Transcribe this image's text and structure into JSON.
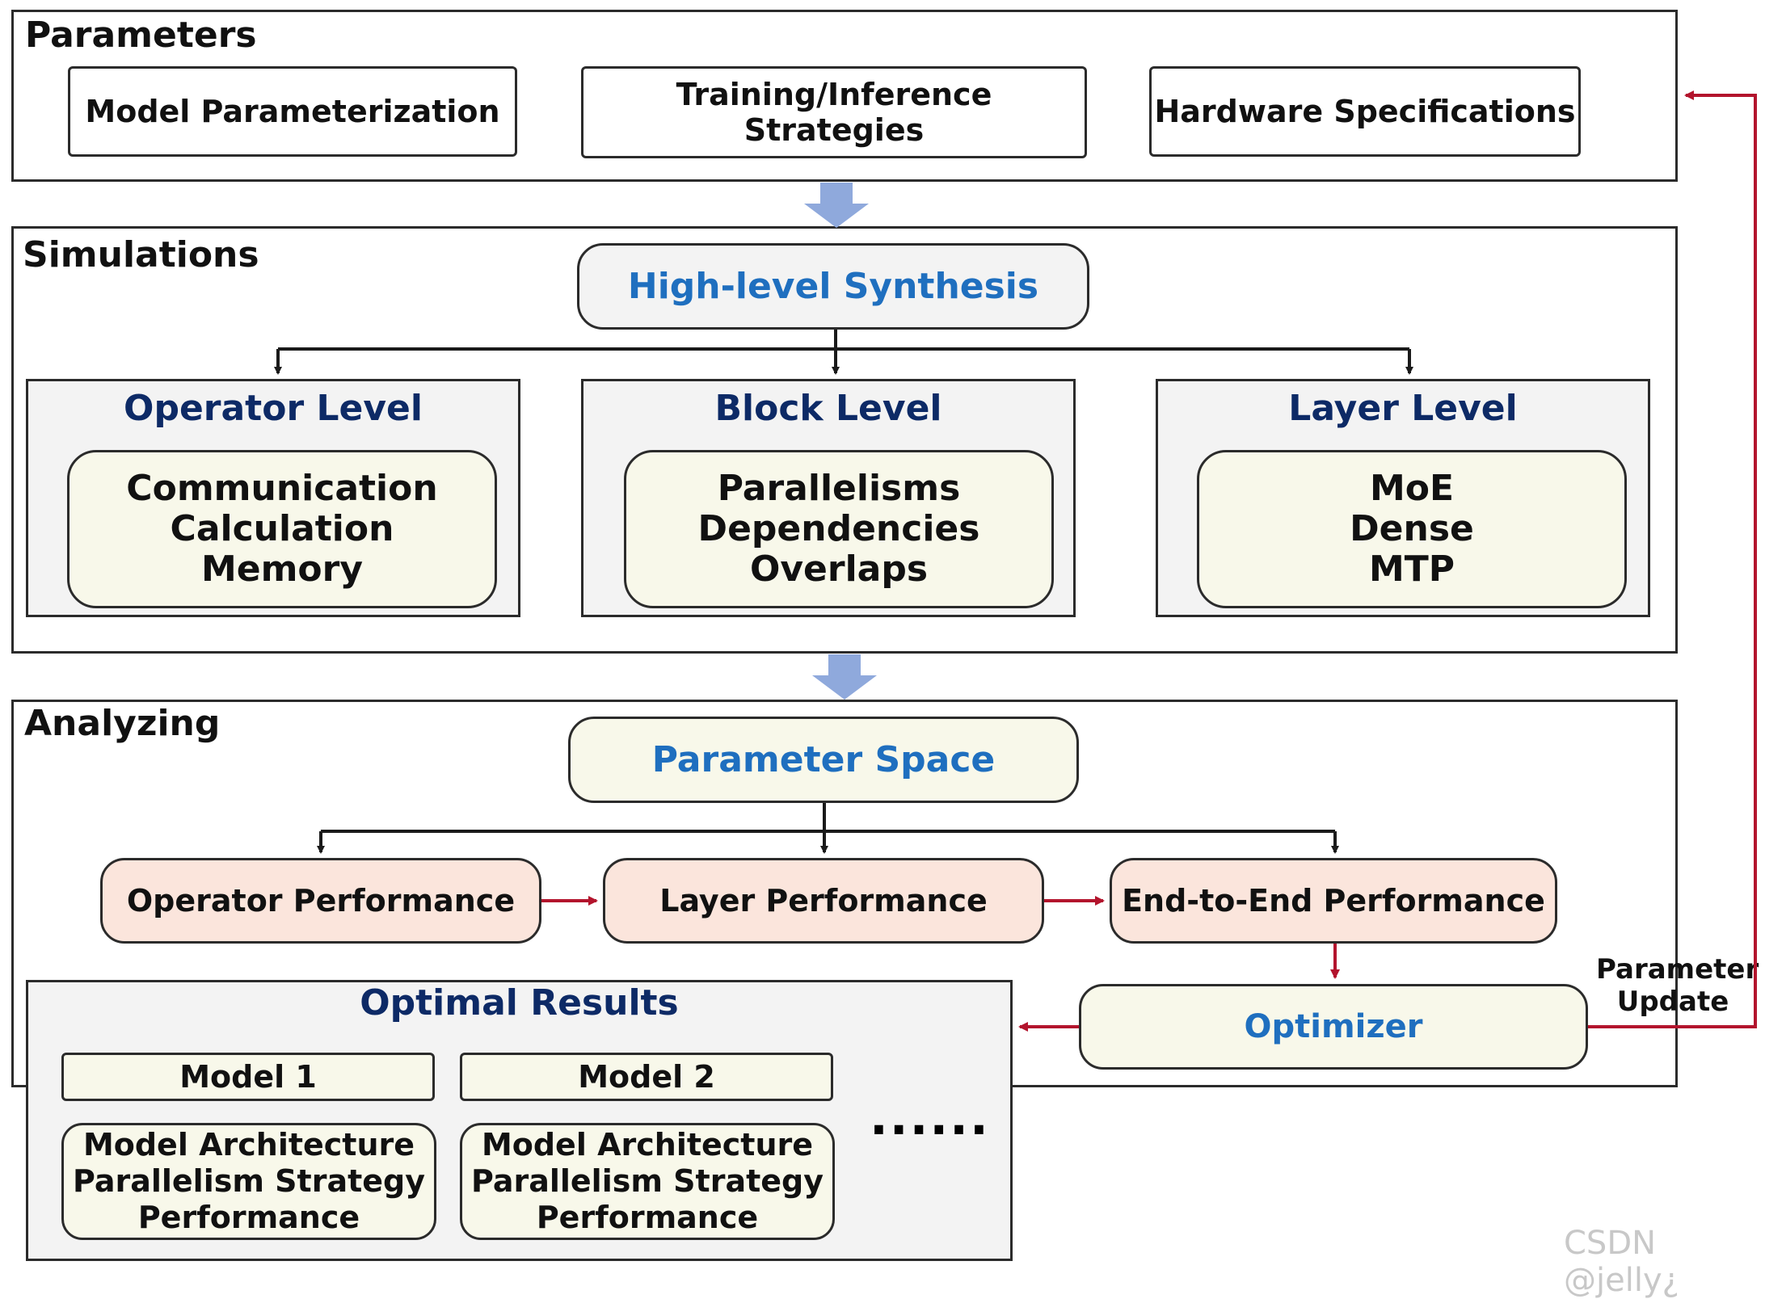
{
  "parameters": {
    "title": "Parameters",
    "items": [
      "Model Parameterization",
      "Training/Inference Strategies",
      "Hardware Specifications"
    ]
  },
  "simulations": {
    "title": "Simulations",
    "hub": "High-level Synthesis",
    "levels": [
      {
        "title": "Operator Level",
        "lines": [
          "Communication",
          "Calculation",
          "Memory"
        ]
      },
      {
        "title": "Block Level",
        "lines": [
          "Parallelisms",
          "Dependencies",
          "Overlaps"
        ]
      },
      {
        "title": "Layer Level",
        "lines": [
          "MoE",
          "Dense",
          "MTP"
        ]
      }
    ]
  },
  "analyzing": {
    "title": "Analyzing",
    "hub": "Parameter Space",
    "performance": [
      "Operator Performance",
      "Layer Performance",
      "End-to-End Performance"
    ],
    "optimizer": "Optimizer",
    "feedback_label_line1": "Parameter",
    "feedback_label_line2": "Update"
  },
  "optimal_results": {
    "title": "Optimal Results",
    "models": [
      {
        "name": "Model 1",
        "lines": [
          "Model Architecture",
          "Parallelism Strategy",
          "Performance"
        ]
      },
      {
        "name": "Model 2",
        "lines": [
          "Model Architecture",
          "Parallelism Strategy",
          "Performance"
        ]
      }
    ],
    "ellipsis": "······"
  },
  "watermark": "CSDN @jelly¿",
  "colors": {
    "hub_text": "#1f6fbf",
    "level_title": "#0d2a66",
    "flow_arrow": "#8fa9dc",
    "red_arrow": "#b3142d",
    "perf_fill": "#fbe5dc",
    "cream_fill": "#f8f8ea",
    "gray_fill": "#f3f3f3"
  }
}
